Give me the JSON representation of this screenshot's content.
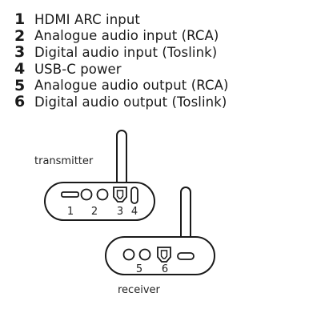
{
  "legend": [
    {
      "num": "1",
      "text": "HDMI ARC input"
    },
    {
      "num": "2",
      "text": "Analogue audio input (RCA)"
    },
    {
      "num": "3",
      "text": "Digital audio input (Toslink)"
    },
    {
      "num": "4",
      "text": "USB-C power"
    },
    {
      "num": "5",
      "text": "Analogue audio output (RCA)"
    },
    {
      "num": "6",
      "text": "Digital audio output (Toslink)"
    }
  ],
  "transmitter": {
    "label": "transmitter",
    "ports": [
      "1",
      "2",
      "3",
      "4"
    ]
  },
  "receiver": {
    "label": "receiver",
    "ports": [
      "5",
      "6"
    ]
  }
}
